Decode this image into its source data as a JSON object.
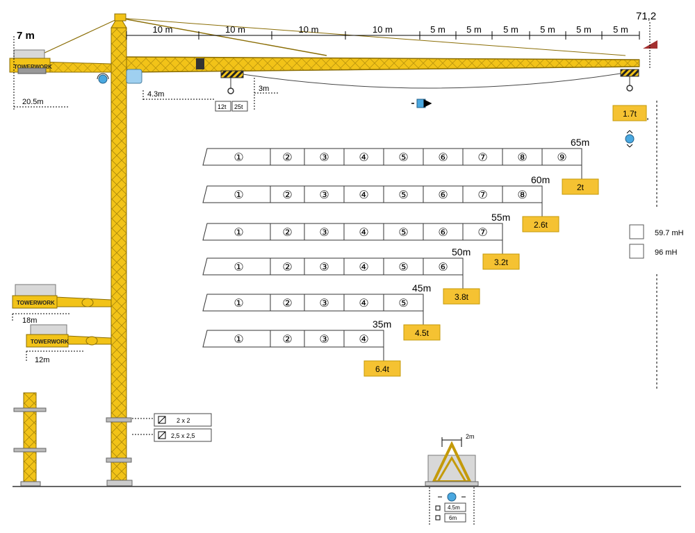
{
  "height_marker": "71,2",
  "counter_jib": {
    "length": "7 m",
    "radius": "20.5m"
  },
  "jib_segments": [
    "10 m",
    "10 m",
    "10 m",
    "10 m",
    "5 m",
    "5 m",
    "5 m",
    "5 m",
    "5 m",
    "5 m"
  ],
  "trolley": {
    "offset": "4.3m",
    "drop": "3m",
    "capacities": [
      "12t",
      "25t"
    ]
  },
  "tip_load": "1.7t",
  "jib_configs": [
    {
      "length": "65m",
      "load": "2t",
      "sections": [
        "①",
        "②",
        "③",
        "④",
        "⑤",
        "⑥",
        "⑦",
        "⑧",
        "⑨"
      ]
    },
    {
      "length": "60m",
      "load": "2.6t",
      "sections": [
        "①",
        "②",
        "③",
        "④",
        "⑤",
        "⑥",
        "⑦",
        "⑧"
      ]
    },
    {
      "length": "55m",
      "load": "3.2t",
      "sections": [
        "①",
        "②",
        "③",
        "④",
        "⑤",
        "⑥",
        "⑦"
      ]
    },
    {
      "length": "50m",
      "load": "3.8t",
      "sections": [
        "①",
        "②",
        "③",
        "④",
        "⑤",
        "⑥"
      ]
    },
    {
      "length": "45m",
      "load": "4.5t",
      "sections": [
        "①",
        "②",
        "③",
        "④",
        "⑤"
      ]
    },
    {
      "length": "35m",
      "load": "6.4t",
      "sections": [
        "①",
        "②",
        "③",
        "④"
      ]
    }
  ],
  "heights": [
    "59.7 mH",
    "96 mH"
  ],
  "counter_jib_variants": [
    {
      "brand": "TOWERWORK",
      "radius": "18m"
    },
    {
      "brand": "TOWERWORK",
      "radius": "12m"
    }
  ],
  "brand": "TOWERWORK",
  "mast_sections": [
    "2 x 2",
    "2,5 x 2,5"
  ],
  "base": {
    "width": "2m",
    "sizes": [
      "4.5m",
      "6m"
    ]
  },
  "colors": {
    "crane": "#f2c318",
    "crane_dark": "#c49a0a",
    "load_box": "#f5c232",
    "counterweight": "#d8d8d8",
    "icon_blue": "#4aa8e0",
    "peak": "#a33030"
  }
}
